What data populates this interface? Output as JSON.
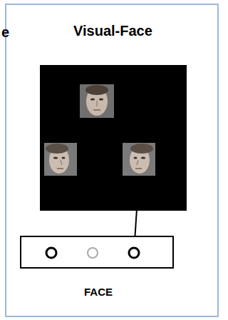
{
  "diagram": {
    "title": "Visual-Face",
    "nodes": [
      {
        "text": [
          "FACE"
        ]
      }
    ],
    "labels": [
      "e"
    ]
  }
}
